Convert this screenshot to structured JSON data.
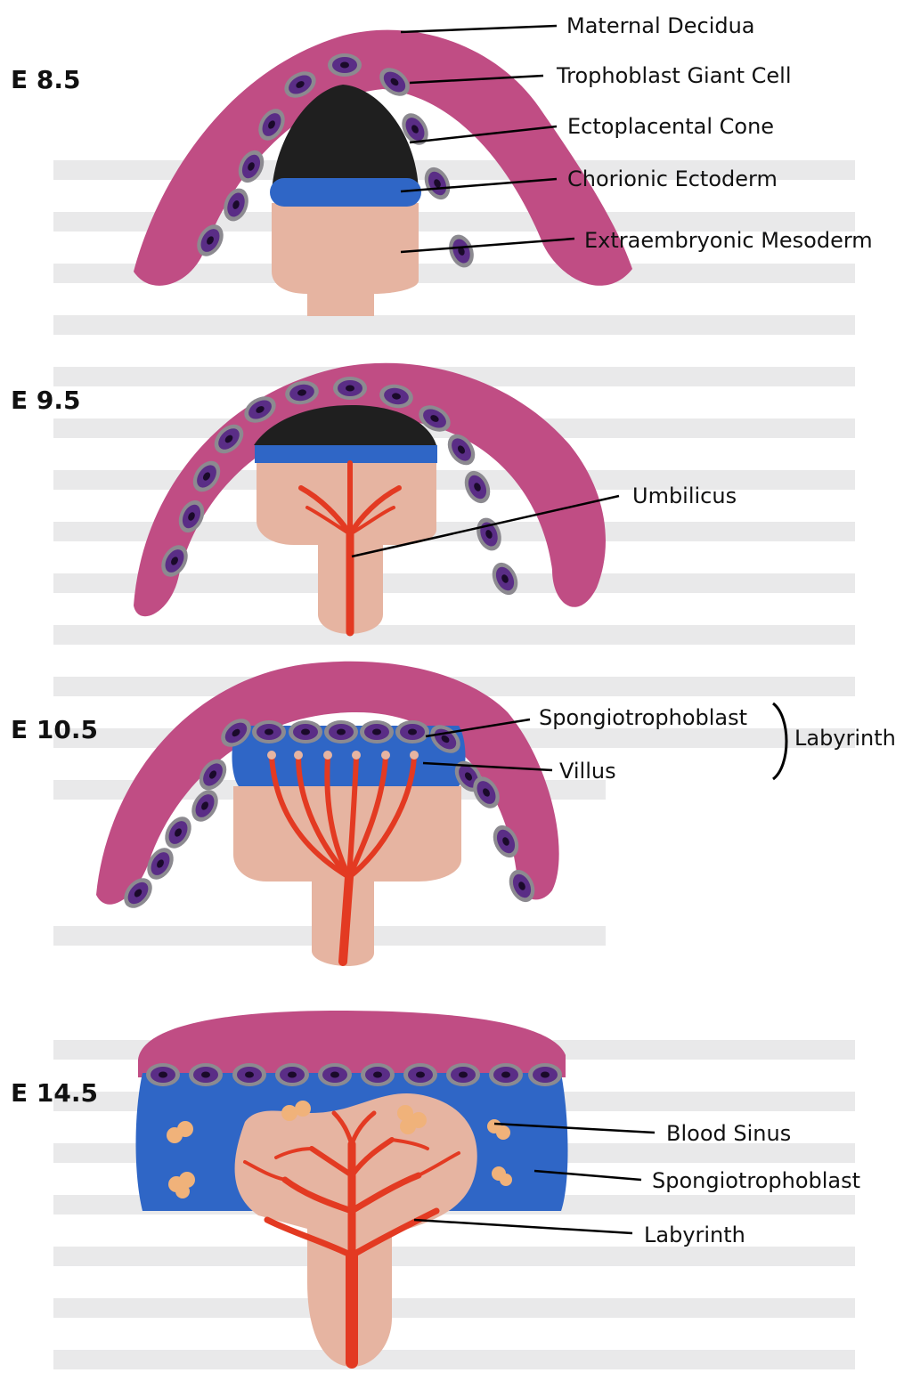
{
  "stages": [
    "E 8.5",
    "E 9.5",
    "E 10.5",
    "E 14.5"
  ],
  "labels": {
    "maternal_decidua": "Maternal Decidua",
    "trophoblast_giant_cell": "Trophoblast Giant Cell",
    "ectoplacental_cone": "Ectoplacental Cone",
    "chorionic_ectoderm": "Chorionic Ectoderm",
    "extraembryonic_mesoderm": "Extraembryonic Mesoderm",
    "umbilicus": "Umbilicus",
    "spongiotrophoblast_1": "Spongiotrophoblast",
    "villus": "Villus",
    "labyrinth_bracket": "Labyrinth",
    "blood_sinus": "Blood Sinus",
    "spongiotrophoblast_2": "Spongiotrophoblast",
    "labyrinth": "Labyrinth"
  },
  "colors": {
    "decidua": "#c04d84",
    "giant_cell_outer": "#8c8a90",
    "giant_cell_inner": "#5a2d86",
    "cone": "#1f1f1f",
    "chorion": "#2f66c6",
    "mesoderm": "#e6b4a1",
    "vessel": "#e33a22",
    "blood_sinus": "#f0b27a"
  }
}
